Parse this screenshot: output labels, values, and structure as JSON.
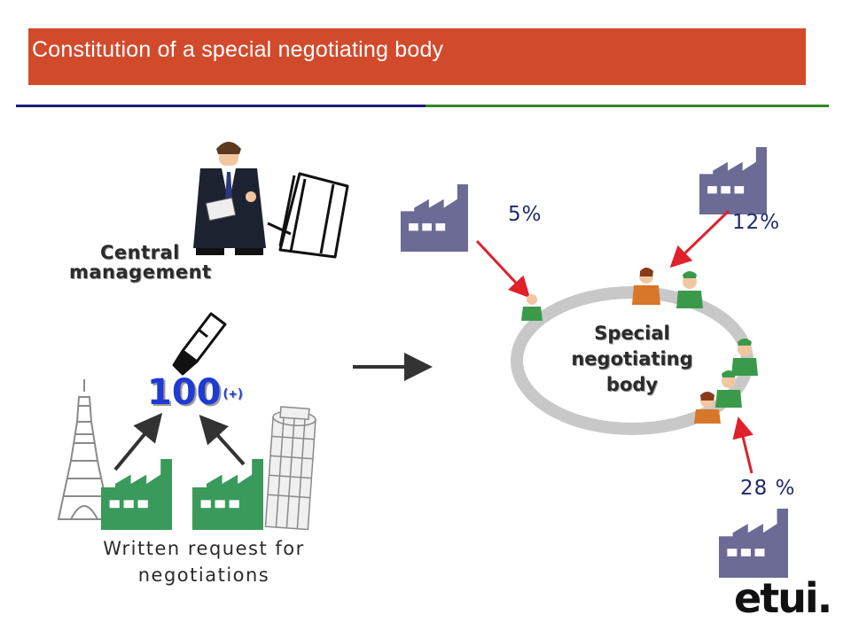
{
  "title": "Constitution of a special negotiating body",
  "central_management": [
    "Central",
    "management"
  ],
  "threshold": {
    "value": "100",
    "suffix": "(+)"
  },
  "written_request": [
    "Written request for",
    "negotiations"
  ],
  "snb_label": [
    "Special",
    "negotiating",
    "body"
  ],
  "percentages": {
    "p1": "5%",
    "p2": "12%",
    "p3": "28 %"
  },
  "logo_text": "etui.",
  "colors": {
    "title_bg": "#d24a2c",
    "factory_grey": "#6b6b96",
    "factory_green": "#3a9a5c",
    "arrow_red": "#e0202a",
    "ellipse": "#c8c8c8",
    "rule_blue": "#1a1a7a",
    "rule_green": "#2d8a1f"
  }
}
